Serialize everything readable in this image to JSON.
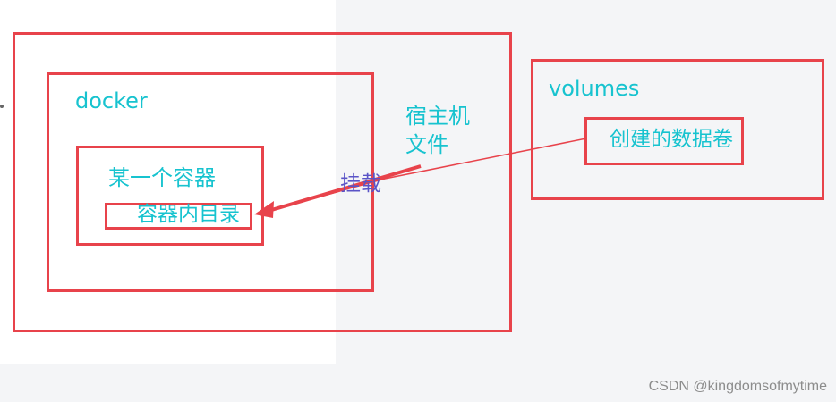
{
  "diagram": {
    "docker_label": "docker",
    "container_label": "某一个容器",
    "container_dir_label": "容器内目录",
    "host_file_label": "宿主机文件",
    "volumes_label": "volumes",
    "volume_item_label": "创建的数据卷",
    "mount_label": "挂载"
  },
  "watermark": {
    "text": "CSDN @kingdomsofmytime"
  },
  "colors": {
    "box_border": "#e8434b",
    "label_text": "#17c3cf",
    "mount_text": "#5a54c7",
    "arrow": "#e8434b"
  }
}
